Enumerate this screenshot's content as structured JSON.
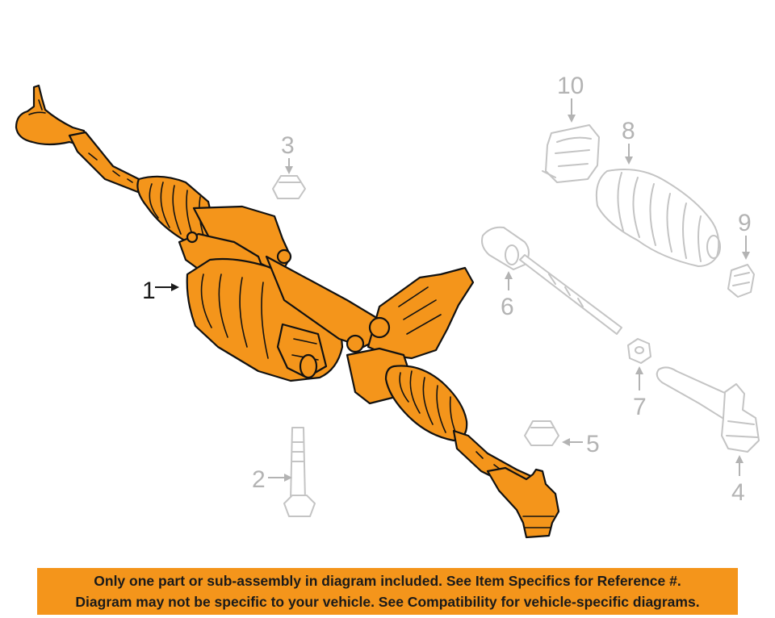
{
  "diagram": {
    "callouts": [
      {
        "id": "1",
        "label": "1"
      },
      {
        "id": "2",
        "label": "2"
      },
      {
        "id": "3",
        "label": "3"
      },
      {
        "id": "4",
        "label": "4"
      },
      {
        "id": "5",
        "label": "5"
      },
      {
        "id": "6",
        "label": "6"
      },
      {
        "id": "7",
        "label": "7"
      },
      {
        "id": "8",
        "label": "8"
      },
      {
        "id": "9",
        "label": "9"
      },
      {
        "id": "10",
        "label": "10"
      }
    ],
    "highlight_color": "#f4951b",
    "ghost_color": "#c4c4c4"
  },
  "disclaimer": {
    "line1": "Only one part or sub-assembly in diagram included. See Item Specifics for Reference #.",
    "line2": "Diagram may not be specific to your vehicle. See Compatibility for vehicle-specific diagrams."
  }
}
